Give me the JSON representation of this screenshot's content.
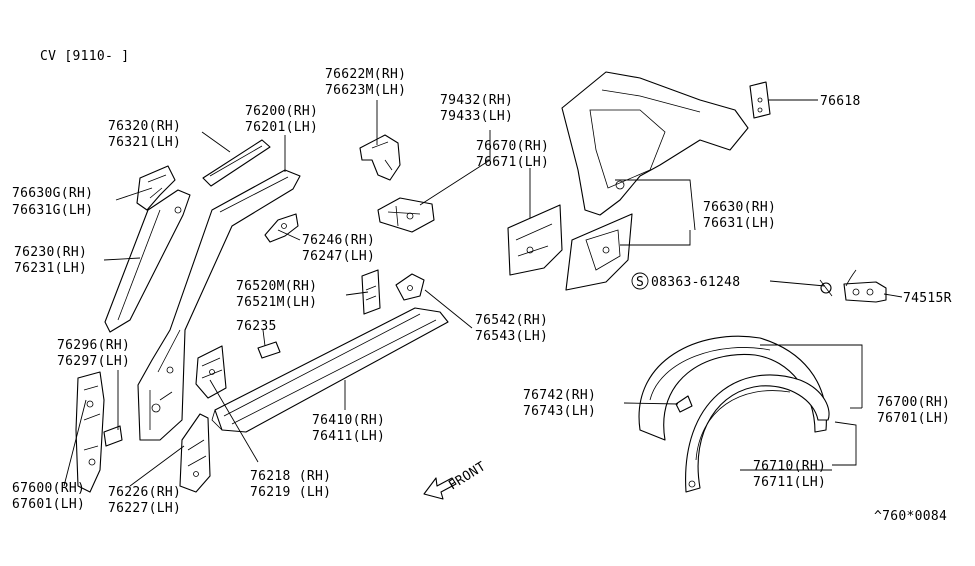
{
  "header": {
    "model": "CV [9110- ]"
  },
  "footer": {
    "code": "^760*0084"
  },
  "front_label": "FRONT",
  "callouts": [
    {
      "id": "76622m",
      "lines": [
        "76622M(RH)",
        "76623M(LH)"
      ]
    },
    {
      "id": "76200",
      "lines": [
        "76200(RH)",
        "76201(LH)"
      ]
    },
    {
      "id": "76320",
      "lines": [
        "76320(RH)",
        "76321(LH)"
      ]
    },
    {
      "id": "79432",
      "lines": [
        "79432(RH)",
        "79433(LH)"
      ]
    },
    {
      "id": "76670",
      "lines": [
        "76670(RH)",
        "76671(LH)"
      ]
    },
    {
      "id": "76618",
      "lines": [
        "76618"
      ]
    },
    {
      "id": "76630g",
      "lines": [
        "76630G(RH)",
        "76631G(LH)"
      ]
    },
    {
      "id": "76630",
      "lines": [
        "76630(RH)",
        "76631(LH)"
      ]
    },
    {
      "id": "76230",
      "lines": [
        "76230(RH)",
        "76231(LH)"
      ]
    },
    {
      "id": "76246",
      "lines": [
        "76246(RH)",
        "76247(LH)"
      ]
    },
    {
      "id": "76520m",
      "lines": [
        "76520M(RH)",
        "76521M(LH)"
      ]
    },
    {
      "id": "76235",
      "lines": [
        "76235"
      ]
    },
    {
      "id": "08363",
      "lines": [
        "08363-61248"
      ]
    },
    {
      "id": "74515r",
      "lines": [
        "74515R"
      ]
    },
    {
      "id": "76542",
      "lines": [
        "76542(RH)",
        "76543(LH)"
      ]
    },
    {
      "id": "76296",
      "lines": [
        "76296(RH)",
        "76297(LH)"
      ]
    },
    {
      "id": "76742",
      "lines": [
        "76742(RH)",
        "76743(LH)"
      ]
    },
    {
      "id": "76700",
      "lines": [
        "76700(RH)",
        "76701(LH)"
      ]
    },
    {
      "id": "76410",
      "lines": [
        "76410(RH)",
        "76411(LH)"
      ]
    },
    {
      "id": "76218",
      "lines": [
        "76218 (RH)",
        "76219 (LH)"
      ]
    },
    {
      "id": "76710",
      "lines": [
        "76710(RH)",
        "76711(LH)"
      ]
    },
    {
      "id": "67600",
      "lines": [
        "67600(RH)",
        "67601(LH)"
      ]
    },
    {
      "id": "76226",
      "lines": [
        "76226(RH)",
        "76227(LH)"
      ]
    }
  ]
}
